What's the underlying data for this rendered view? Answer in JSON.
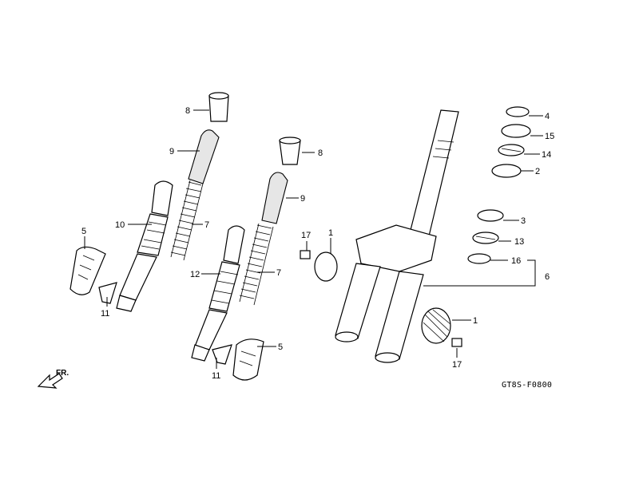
{
  "diagram": {
    "figure_code": "GT8S-F0800",
    "direction_label": "FR.",
    "callouts": {
      "c8a": "8",
      "c9a": "9",
      "c10": "10",
      "c7a": "7",
      "c5a": "5",
      "c11a": "11",
      "c8b": "8",
      "c9b": "9",
      "c12": "12",
      "c7b": "7",
      "c5b": "5",
      "c11b": "11",
      "c17a": "17",
      "c1a": "1",
      "c1b": "1",
      "c17b": "17",
      "c4": "4",
      "c15": "15",
      "c14": "14",
      "c2": "2",
      "c3": "3",
      "c13": "13",
      "c16": "16",
      "c6": "6"
    }
  }
}
